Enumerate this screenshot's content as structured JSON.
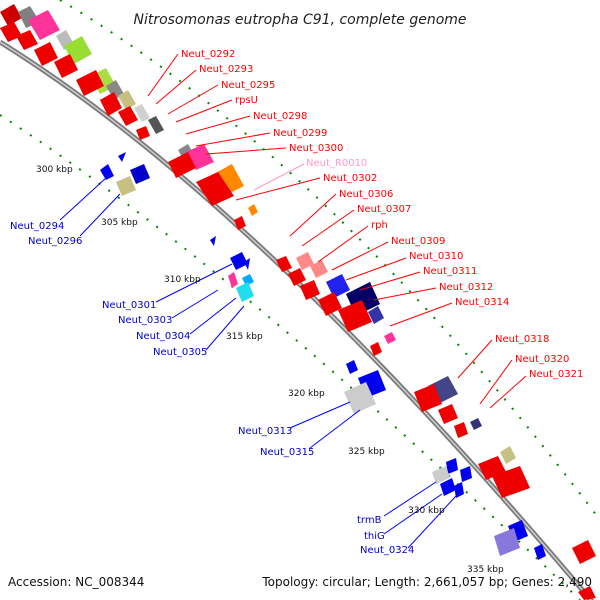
{
  "title": "Nitrosomonas eutropha C91, complete genome",
  "accession": "Accession: NC_008344",
  "topology": "Topology: circular; Length: 2,661,057 bp; Genes: 2,490",
  "kbp_labels": [
    "300 kbp",
    "305 kbp",
    "310 kbp",
    "315 kbp",
    "320 kbp",
    "325 kbp",
    "330 kbp",
    "335 kbp"
  ],
  "plus_strand_genes": [
    "Neut_0292",
    "Neut_0293",
    "Neut_0295",
    "rpsU",
    "Neut_0298",
    "Neut_0299",
    "Neut_0300",
    "Neut_R0010",
    "Neut_0302",
    "Neut_0306",
    "Neut_0307",
    "rph",
    "Neut_0309",
    "Neut_0310",
    "Neut_0311",
    "Neut_0312",
    "Neut_0314",
    "Neut_0318",
    "Neut_0320",
    "Neut_0321"
  ],
  "minus_strand_genes": [
    "Neut_0294",
    "Neut_0296",
    "Neut_0301",
    "Neut_0303",
    "Neut_0304",
    "Neut_0305",
    "Neut_0313",
    "Neut_0315",
    "trmB",
    "thiG",
    "Neut_0324"
  ],
  "colors": {
    "plus_label": "#ff0000",
    "minus_label": "#0000cc",
    "rna_label": "#ff99cc",
    "backbone": "#8a8a8a",
    "tick": "#008800"
  }
}
